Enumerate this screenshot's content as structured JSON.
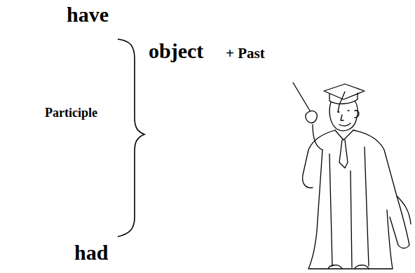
{
  "diagram": {
    "labels": [
      "have",
      "Participle",
      "object",
      "+ Past",
      "had"
    ]
  }
}
